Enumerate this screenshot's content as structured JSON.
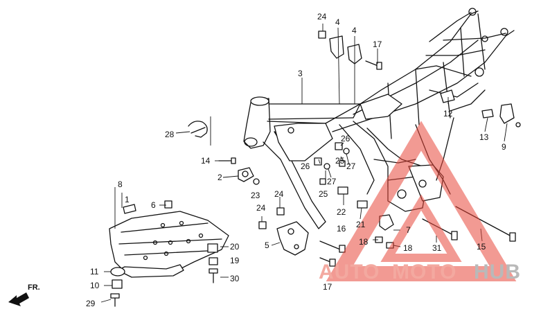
{
  "watermark": {
    "text_a": "AUTO",
    "text_b": "MOTO",
    "text_c": "HUB",
    "colors": {
      "red": "#e8473a",
      "pink": "#f3a9a0",
      "grey": "#b9b9b9"
    }
  },
  "direction_label": "FR.",
  "callouts": [
    "1",
    "2",
    "3",
    "4",
    "4",
    "5",
    "6",
    "7",
    "8",
    "9",
    "10",
    "11",
    "12",
    "13",
    "14",
    "15",
    "16",
    "17",
    "17",
    "18",
    "18",
    "19",
    "20",
    "21",
    "22",
    "23",
    "24",
    "24",
    "24",
    "25",
    "25",
    "26",
    "26",
    "27",
    "27",
    "28",
    "29",
    "30",
    "31"
  ]
}
